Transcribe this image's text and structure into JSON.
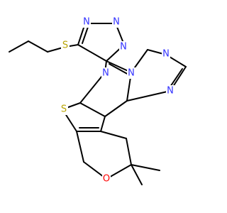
{
  "diagram": {
    "type": "chemical-structure",
    "colors": {
      "bond": "#000000",
      "N": "#3333ff",
      "S": "#b8a400",
      "O": "#ff0000",
      "background": "#ffffff"
    },
    "atom_labels": {
      "n_tri_top_left": "N",
      "n_tri_top_right": "N",
      "n_tri_bridge": "N",
      "n_fused_a": "N",
      "n_fused_b": "N",
      "n_ring_right": "N",
      "n_lower_right": "N",
      "s_ethyl": "S",
      "s_thiophene": "S",
      "o_pyran": "O"
    }
  }
}
